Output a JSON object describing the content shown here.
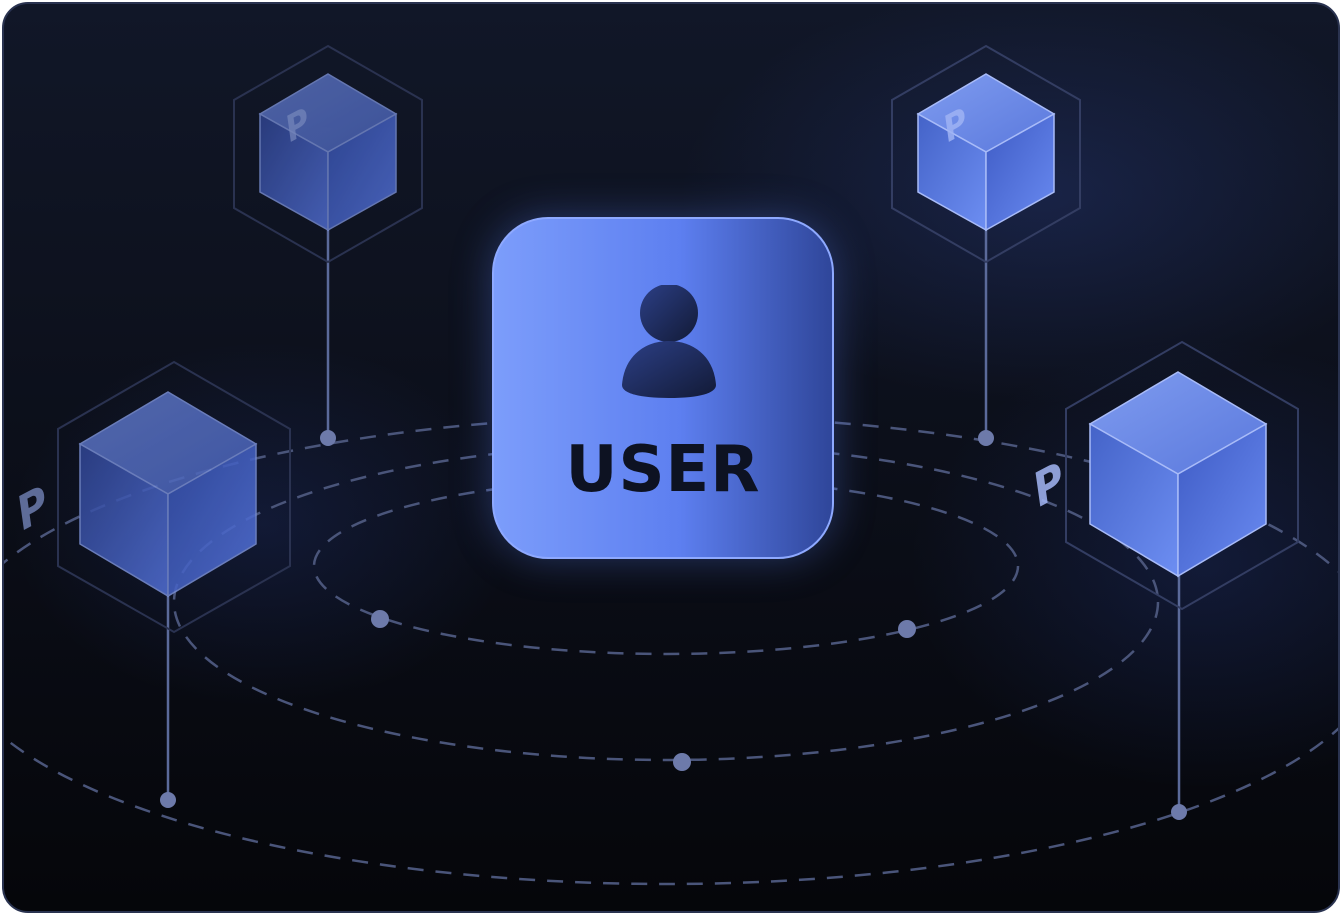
{
  "user_card": {
    "label": "USER",
    "icon": "user-icon"
  },
  "nodes": [
    {
      "name": "cube-node-top-left",
      "icon": "cube-icon",
      "glyph": "P"
    },
    {
      "name": "cube-node-top-right",
      "icon": "cube-icon",
      "glyph": "P"
    },
    {
      "name": "cube-node-left",
      "icon": "cube-icon",
      "glyph": "P"
    },
    {
      "name": "cube-node-right",
      "icon": "cube-icon",
      "glyph": "P"
    }
  ],
  "colors": {
    "accent": "#5d7ff0",
    "accent_light": "#7c9dfb",
    "accent_dark": "#2f469a",
    "line": "#5b6a9a",
    "background": "#0b0e18"
  }
}
